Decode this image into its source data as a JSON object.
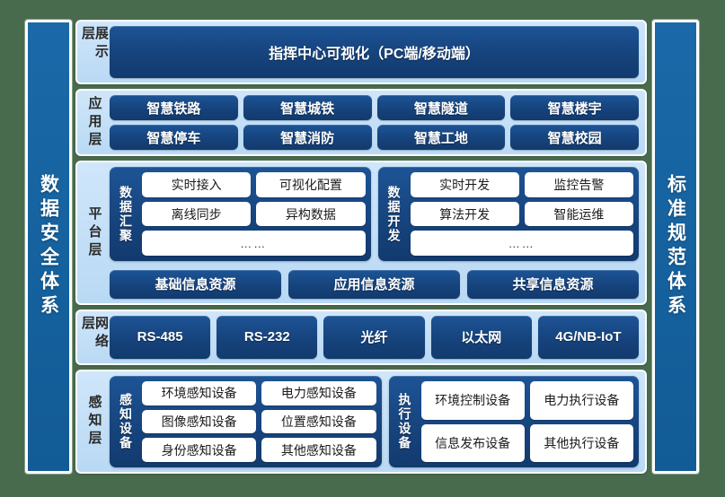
{
  "background_color": "#496b4d",
  "accent_dark": "#16437c",
  "accent_mid": "#15629f",
  "panel_light": "#c4ddf6",
  "pillars": {
    "left": {
      "name": "data-security-system",
      "text": "数据安全体系"
    },
    "right": {
      "name": "standard-specification-system",
      "text": "标准规范体系"
    }
  },
  "layers": {
    "presentation": {
      "label": "展示层",
      "banner": "指挥中心可视化（PC端/移动端）"
    },
    "application": {
      "label": "应用层",
      "rows": [
        [
          "智慧铁路",
          "智慧城铁",
          "智慧隧道",
          "智慧楼宇"
        ],
        [
          "智慧停车",
          "智慧消防",
          "智慧工地",
          "智慧校园"
        ]
      ]
    },
    "platform": {
      "label": "平台层",
      "groups": [
        {
          "title": "数据汇聚",
          "rows": [
            [
              "实时接入",
              "可视化配置"
            ],
            [
              "离线同步",
              "异构数据"
            ]
          ],
          "more": "……"
        },
        {
          "title": "数据开发",
          "rows": [
            [
              "实时开发",
              "监控告警"
            ],
            [
              "算法开发",
              "智能运维"
            ]
          ],
          "more": "……"
        }
      ],
      "resources": [
        "基础信息资源",
        "应用信息资源",
        "共享信息资源"
      ]
    },
    "network": {
      "label": "网络层",
      "items": [
        "RS-485",
        "RS-232",
        "光纤",
        "以太网",
        "4G/NB-IoT"
      ]
    },
    "perception": {
      "label": "感知层",
      "groups": [
        {
          "title": "感知设备",
          "rows": [
            [
              "环境感知设备",
              "电力感知设备"
            ],
            [
              "图像感知设备",
              "位置感知设备"
            ],
            [
              "身份感知设备",
              "其他感知设备"
            ]
          ]
        },
        {
          "title": "执行设备",
          "rows": [
            [
              "环境控制设备",
              "电力执行设备"
            ],
            [
              "信息发布设备",
              "其他执行设备"
            ]
          ]
        }
      ]
    }
  }
}
